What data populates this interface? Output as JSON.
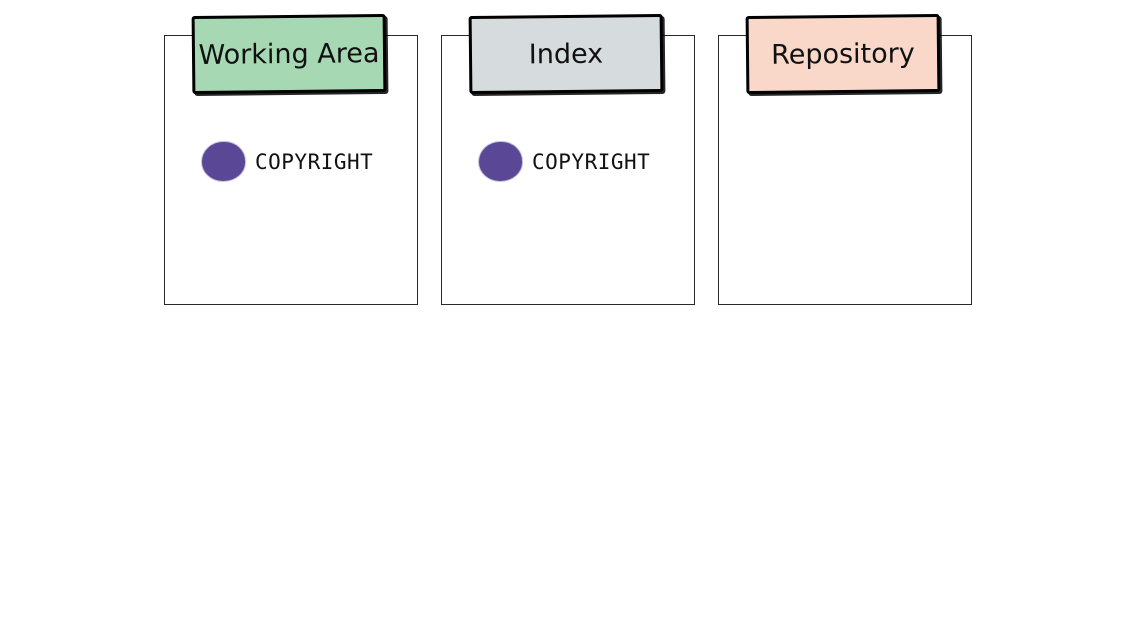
{
  "areas": [
    {
      "title": "Working Area",
      "color": "#a6d9b3",
      "files": [
        "COPYRIGHT"
      ]
    },
    {
      "title": "Index",
      "color": "#d6dbde",
      "files": [
        "COPYRIGHT"
      ]
    },
    {
      "title": "Repository",
      "color": "#f9d8c9",
      "files": []
    }
  ],
  "file_color": "#5a4896"
}
